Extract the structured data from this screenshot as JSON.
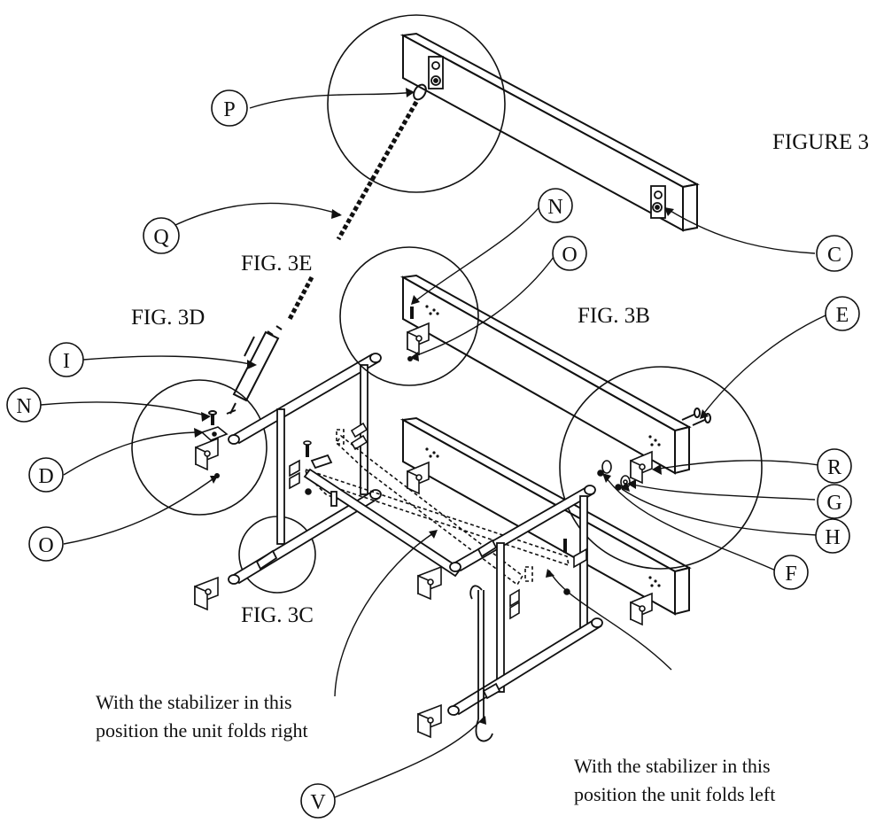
{
  "figure_title": "FIGURE 3",
  "sub_figures": {
    "fig_3b": "FIG. 3B",
    "fig_3c": "FIG. 3C",
    "fig_3d": "FIG. 3D",
    "fig_3e": "FIG. 3E"
  },
  "callouts": {
    "p": "P",
    "q": "Q",
    "c": "C",
    "n_top": "N",
    "o_top": "O",
    "e": "E",
    "r": "R",
    "g": "G",
    "h": "H",
    "f": "F",
    "i": "I",
    "n_left": "N",
    "d": "D",
    "o_left": "O",
    "v": "V"
  },
  "captions": {
    "folds_right_line1": "With the stabilizer in this",
    "folds_right_line2": "position the unit folds right",
    "folds_left_line1": "With the stabilizer in this",
    "folds_left_line2": "position the unit folds left"
  }
}
